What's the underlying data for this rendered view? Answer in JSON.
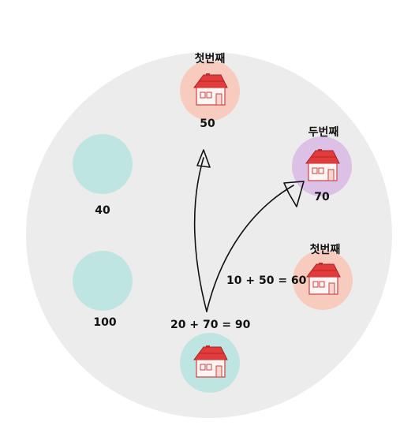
{
  "colors": {
    "big_circle": "#ececec",
    "teal": "#bfe5e2",
    "salmon": "#f7cbbe",
    "purple": "#dcc0e6",
    "house_roof": "#e23b3b",
    "house_wall": "#ffffff",
    "arrow": "#111111"
  },
  "nodes": {
    "top": {
      "title": "첫번째",
      "value": "50",
      "color": "salmon",
      "icon": "house-icon"
    },
    "right_top": {
      "title": "두번째",
      "value": "70",
      "color": "purple",
      "icon": "house-icon"
    },
    "right_bot": {
      "title": "첫번째",
      "value": "",
      "color": "salmon",
      "icon": "house-icon"
    },
    "left_top": {
      "title": "",
      "value": "40",
      "color": "teal",
      "icon": ""
    },
    "left_bot": {
      "title": "",
      "value": "100",
      "color": "teal",
      "icon": ""
    },
    "bottom": {
      "title": "",
      "value": "",
      "color": "teal",
      "icon": "house-icon"
    }
  },
  "equations": {
    "right": "10 + 50 = 60",
    "bottom": "20 + 70 = 90"
  }
}
